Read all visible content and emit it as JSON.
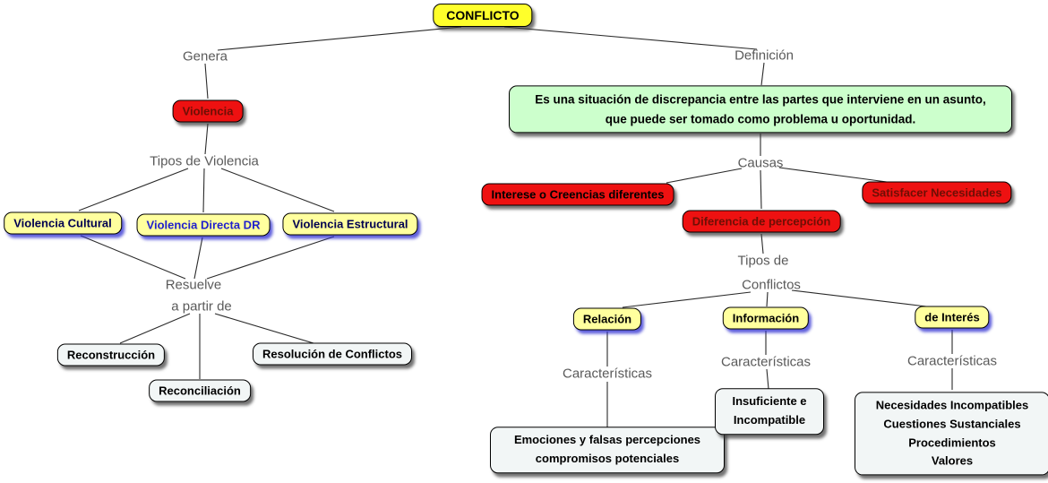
{
  "colors": {
    "canvas_bg": "#FFFFFF",
    "root_fill": "#FFFF2B",
    "red_fill": "#EE1111",
    "red_text_dark": "#6E0F05",
    "yellow_fill": "#FFFF9E",
    "blue_text": "#2020CC",
    "navy_text": "#000050",
    "green_fill": "#CCFFCC",
    "white_fill": "#F2F6F6",
    "label_text": "#5A5A5A",
    "line_color": "#2B2B2B"
  },
  "nodes": {
    "conflicto": "CONFLICTO",
    "violencia": "Violencia",
    "violencia_cultural": "Violencia Cultural",
    "violencia_directa": "Violencia Directa DR",
    "violencia_estructural": "Violencia Estructural",
    "reconstruccion": "Reconstrucción",
    "reconciliacion": "Reconciliación",
    "resolucion_conflictos": "Resolución de Conflictos",
    "definicion_line1": "Es una situación de discrepancia entre las partes que interviene en un asunto,",
    "definicion_line2": "que puede ser tomado como problema u oportunidad.",
    "interese": "Interese o Creencias diferentes",
    "satisfacer": "Satisfacer Necesidades",
    "diferencia": "Diferencia de percepción",
    "relacion": "Relación",
    "informacion": "Información",
    "de_interes": "de Interés",
    "emociones_line1": "Emociones y falsas percepciones",
    "emociones_line2": "compromisos potenciales",
    "insuficiente_line1": "Insuficiente e",
    "insuficiente_line2": "Incompatible",
    "necesidades_line1": "Necesidades Incompatibles",
    "necesidades_line2": "Cuestiones Sustanciales",
    "necesidades_line3": "Procedimientos",
    "necesidades_line4": "Valores"
  },
  "links": {
    "genera": "Genera",
    "definicion": "Definición",
    "tipos_de_violencia": "Tipos de Violencia",
    "resuelve": "Resuelve",
    "a_partir_de": "a partir de",
    "causas": "Causas",
    "tipos_de": "Tipos de",
    "conflictos": "Conflictos",
    "caracteristicas": "Características"
  }
}
